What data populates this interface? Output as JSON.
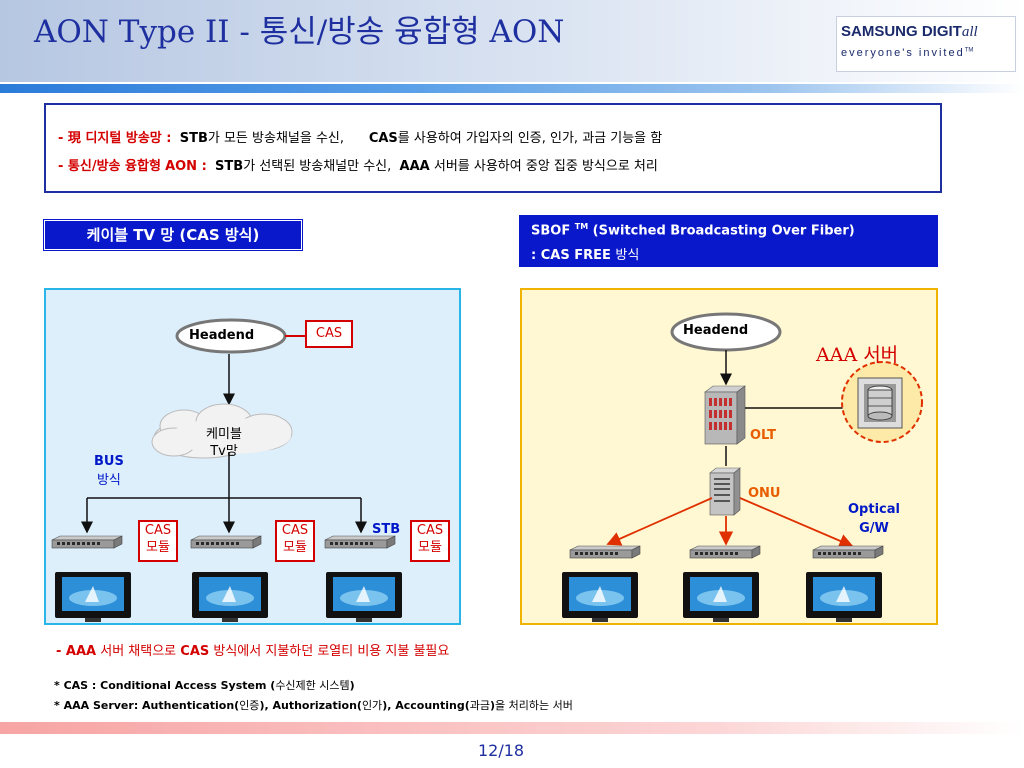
{
  "slide": {
    "title": "AON Type II   - 통신/방송 융합형 AON",
    "page_number": "12/18"
  },
  "logo": {
    "line1_a": "SAMSUNG DIGIT",
    "line1_b": "all",
    "line2": "everyone's invited",
    "tm": "TM"
  },
  "intro": {
    "line1": {
      "dash": "- ",
      "label": "現 디지털 방송망 :",
      "stb": "STB",
      "text1": "가 모든 방송채널을 수신,",
      "cas": "CAS",
      "text2": "를 사용하여 가입자의 인증, 인가, 과금 기능을 함"
    },
    "line2": {
      "dash": "- ",
      "label": "통신/방송 융합형",
      "aon": "AON :",
      "stb": "STB",
      "text1": "가 선택된 방송채널만  수신,",
      "aaa": "AAA",
      "text2": "서버를 사용하여 중앙 집중 방식으로 처리"
    }
  },
  "cable": {
    "header": {
      "a": "케이블 ",
      "b": "TV",
      "c": " 망 ",
      "d": "(CAS",
      "e": " 방식",
      "f": ")"
    },
    "headend": "Headend",
    "cas": "CAS",
    "cloud_line1": "케미블",
    "cloud_line2": "Tv망",
    "bus_line1": "BUS",
    "bus_line2": "방식",
    "stb": "STB",
    "cas_module_line1": "CAS",
    "cas_module_line2": "모듈"
  },
  "sbof": {
    "header_line1_a": "SBOF ",
    "header_line1_tm": "TM",
    "header_line1_b": " (Switched Broadcasting Over Fiber)",
    "header_line2_a": "  : CAS FREE ",
    "header_line2_b": "방식",
    "headend": "Headend",
    "aaa_server": "AAA 서버",
    "olt": "OLT",
    "onu": "ONU",
    "gw_line1": "Optical",
    "gw_line2": "G/W"
  },
  "notes": {
    "main": {
      "dash": "- ",
      "aaa": "AAA",
      "t1": " 서버 채택으로 ",
      "cas": "CAS",
      "t2": " 방식에서 지불하던 로열티 비용 지불 불필요"
    },
    "cas_def": {
      "a": "* CAS : Conditional Access System (",
      "b": "수신제한 시스템",
      "c": ")"
    },
    "aaa_def": {
      "a": "* AAA Server: Authentication(",
      "b": "인증",
      "c": "), Authorization(",
      "d": "인가",
      "e": "), Accounting(",
      "f": "과금",
      "g": ")",
      "h": "을 처리하는 서버"
    }
  },
  "colors": {
    "title": "#1e2fa0",
    "header_bg": "#0a18cc",
    "red": "#d40000",
    "blue": "#0018c8",
    "orange": "#e85d00",
    "left_panel": "#deeffc",
    "right_panel": "#fff8d2"
  },
  "icons": [
    "router-device-icon",
    "tv-icon",
    "server-rack-icon",
    "tower-pc-icon",
    "disk-server-icon",
    "cloud-icon"
  ]
}
